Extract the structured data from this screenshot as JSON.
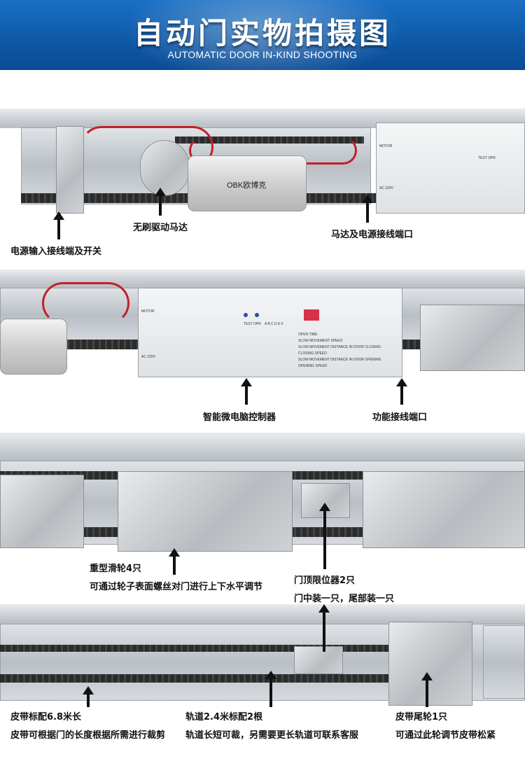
{
  "header": {
    "title": "自动门实物拍摄图",
    "subtitle": "AUTOMATIC DOOR IN-KIND SHOOTING"
  },
  "panel1": {
    "motor_brand": "OBK欧博克",
    "controller_text": "TEST OPR",
    "controller_side": "MOTOR",
    "controller_ac": "AC 220V",
    "labels": {
      "power_input": "电源输入接线端及开关",
      "brushless_motor": "无刷驱动马达",
      "motor_terminal": "马达及电源接线端口"
    }
  },
  "panel2": {
    "controller_side": "MOTOR",
    "controller_ac": "AC 220V",
    "test_opr": "TEST OPR",
    "letters": "A B C D E F",
    "settings": [
      "OPEN TIME",
      "SLOW MOVEMENT SPEED",
      "SLOW MOVEMENT DISTANCE IN DOOR CLOSING",
      "CLOSING SPEED",
      "SLOW MOVEMENT DISTANCE IN DOOR OPENING",
      "OPENING SPEED"
    ],
    "labels": {
      "controller": "智能微电脑控制器",
      "function_terminal": "功能接线端口"
    }
  },
  "panel3": {
    "labels": {
      "pulley_line1": "重型滑轮4只",
      "pulley_line2": "可通过轮子表面螺丝对门进行上下水平调节",
      "limiter_line1": "门顶限位器2只",
      "limiter_line2": "门中装一只，尾部装一只"
    }
  },
  "panel4": {
    "labels": {
      "belt_line1": "皮带标配6.8米长",
      "belt_line2": "皮带可根据门的长度根据所需进行裁剪",
      "track_line1": "轨道2.4米标配2根",
      "track_line2": "轨道长短可裁，另需要更长轨道可联系客服",
      "tail_line1": "皮带尾轮1只",
      "tail_line2": "可通过此轮调节皮带松紧"
    }
  },
  "colors": {
    "banner": "#0f5aa8",
    "wire": "#c41e2a",
    "belt": "#2b2b2b"
  }
}
